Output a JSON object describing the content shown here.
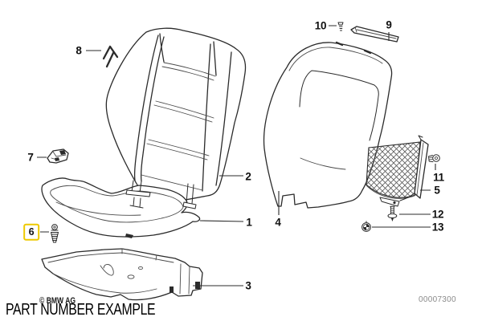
{
  "diagram": {
    "caption": "PART NUMBER EXAMPLE",
    "copyright": "© BMW AG",
    "drawing_number": "00007300",
    "selected_part": "6"
  },
  "colors": {
    "line": "#2b2b2b",
    "highlight": "#eec900",
    "muted": "#8a8a8a",
    "background": "#ffffff"
  },
  "parts": [
    {
      "label": "1"
    },
    {
      "label": "2"
    },
    {
      "label": "3"
    },
    {
      "label": "4"
    },
    {
      "label": "5"
    },
    {
      "label": "6"
    },
    {
      "label": "7"
    },
    {
      "label": "8"
    },
    {
      "label": "9"
    },
    {
      "label": "10"
    },
    {
      "label": "11"
    },
    {
      "label": "12"
    },
    {
      "label": "13"
    }
  ]
}
